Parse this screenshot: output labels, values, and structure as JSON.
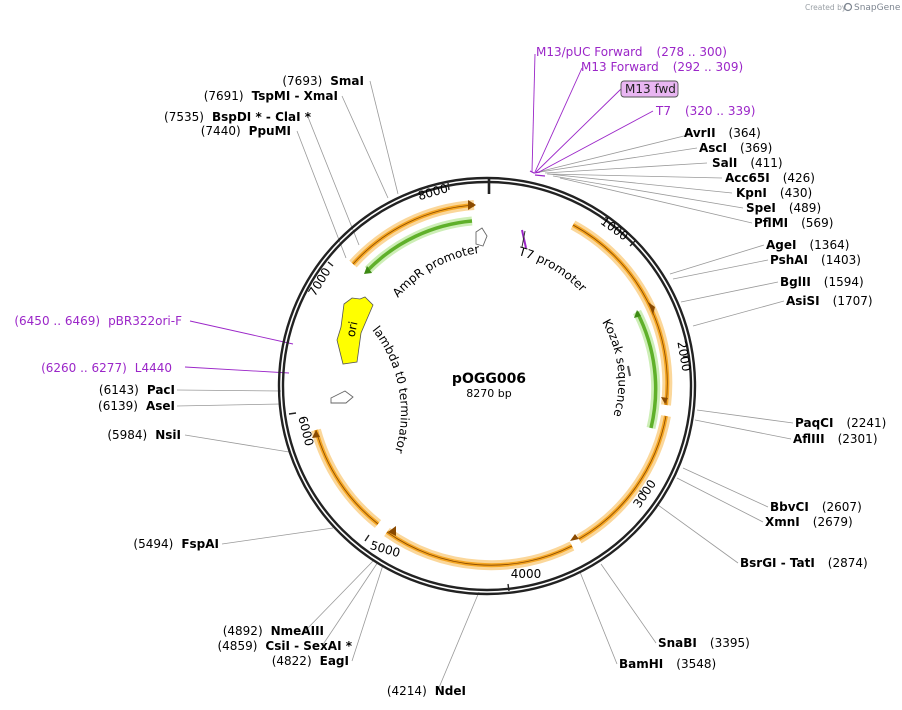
{
  "credit": {
    "prefix": "Created by",
    "brand": "SnapGene"
  },
  "plasmid": {
    "name": "pOGG006",
    "length": 8270,
    "length_label": "8270 bp"
  },
  "ticks": [
    "1000",
    "2000",
    "3000",
    "4000",
    "5000",
    "6000",
    "7000",
    "8000"
  ],
  "primers": [
    {
      "name": "M13/pUC Forward",
      "range": "(278 .. 300)",
      "pos": 289,
      "side": "right"
    },
    {
      "name": "M13 Forward",
      "range": "(292 .. 309)",
      "pos": 300,
      "side": "right"
    },
    {
      "name": "M13 fwd",
      "range": "",
      "pos": 305,
      "side": "right",
      "boxed": true
    },
    {
      "name": "T7",
      "range": "(320 .. 339)",
      "pos": 329,
      "side": "right"
    },
    {
      "name": "pBR322ori-F",
      "range": "(6450 .. 6469)",
      "pos": 6460,
      "side": "left"
    },
    {
      "name": "L4440",
      "range": "(6260 .. 6277)",
      "pos": 6268,
      "side": "left"
    }
  ],
  "sites": [
    {
      "name": "AvrII",
      "pos": "364"
    },
    {
      "name": "AscI",
      "pos": "369"
    },
    {
      "name": "SalI",
      "pos": "411"
    },
    {
      "name": "Acc65I",
      "pos": "426"
    },
    {
      "name": "KpnI",
      "pos": "430"
    },
    {
      "name": "SpeI",
      "pos": "489"
    },
    {
      "name": "PflMI",
      "pos": "569"
    },
    {
      "name": "AgeI",
      "pos": "1364"
    },
    {
      "name": "PshAI",
      "pos": "1403"
    },
    {
      "name": "BglII",
      "pos": "1594"
    },
    {
      "name": "AsiSI",
      "pos": "1707"
    },
    {
      "name": "PaqCI",
      "pos": "2241"
    },
    {
      "name": "AflIII",
      "pos": "2301"
    },
    {
      "name": "BbvCI",
      "pos": "2607"
    },
    {
      "name": "XmnI",
      "pos": "2679"
    },
    {
      "name": "BsrGI - TatI",
      "pos": "2874"
    },
    {
      "name": "SnaBI",
      "pos": "3395"
    },
    {
      "name": "BamHI",
      "pos": "3548"
    },
    {
      "name": "NdeI",
      "pos": "4214"
    },
    {
      "name": "EagI",
      "pos": "4822"
    },
    {
      "name": "CsiI - SexAI *",
      "pos": "4859"
    },
    {
      "name": "NmeAIII",
      "pos": "4892"
    },
    {
      "name": "FspAI",
      "pos": "5494"
    },
    {
      "name": "NsiI",
      "pos": "5984"
    },
    {
      "name": "AseI",
      "pos": "6139"
    },
    {
      "name": "PacI",
      "pos": "6143"
    },
    {
      "name": "PpuMI",
      "pos": "7440"
    },
    {
      "name": "BspDI * - ClaI *",
      "pos": "7535"
    },
    {
      "name": "TspMI - XmaI",
      "pos": "7691"
    },
    {
      "name": "SmaI",
      "pos": "7693"
    }
  ],
  "features": [
    {
      "label": "AmpR promoter",
      "kind": "promoter"
    },
    {
      "label": "T7 promoter",
      "kind": "promoter"
    },
    {
      "label": "Kozak sequence",
      "kind": "misc"
    },
    {
      "label": "lambda t0 terminator",
      "kind": "terminator"
    },
    {
      "label": "ori",
      "kind": "ori"
    }
  ],
  "colors": {
    "primer": "#9b26c8",
    "cds_fill": "#f5a623",
    "cds_highlight": "#fbd79a",
    "green": "#5fb02a",
    "green_highlight": "#cdeeb6",
    "ori": "#ffff00",
    "backbone": "#222222"
  }
}
